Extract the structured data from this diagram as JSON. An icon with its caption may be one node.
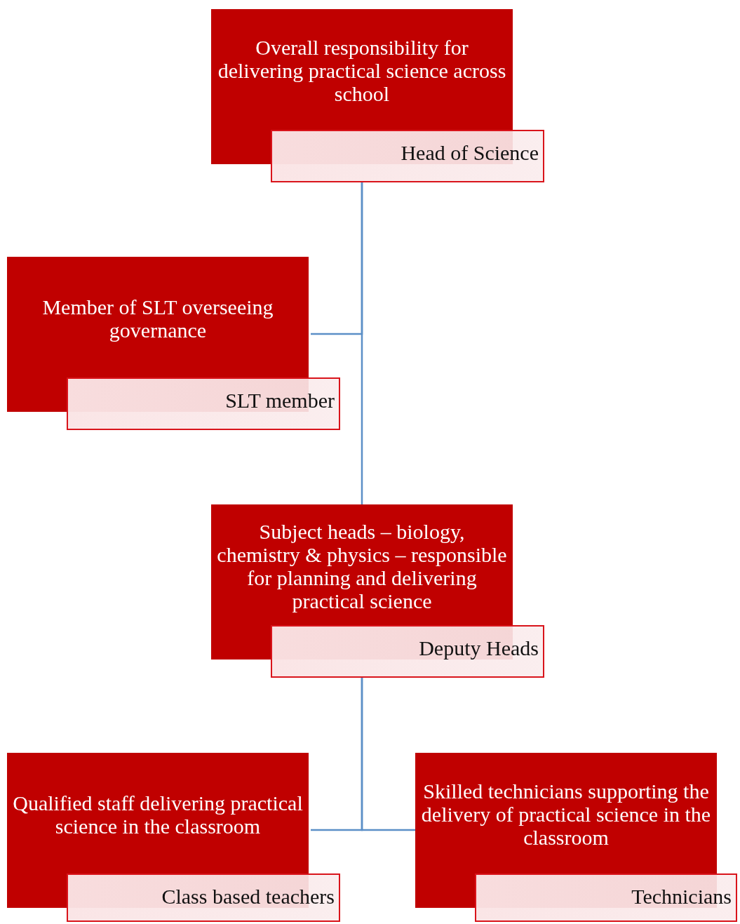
{
  "diagram": {
    "nodes": [
      {
        "text": [
          "Overall responsibility for delivering practical science across school",
          "Head of Science"
        ]
      },
      {
        "text": [
          "Member of SLT overseeing governance",
          "SLT member"
        ]
      },
      {
        "text": [
          "Subject heads – biology, chemistry & physics – responsible for planning and delivering practical science",
          "Deputy Heads"
        ]
      },
      {
        "text": [
          "Qualified staff delivering practical science in the classroom",
          "Class based teachers"
        ]
      },
      {
        "text": [
          "Skilled technicians supporting the delivery of practical science in the classroom",
          "Technicians"
        ]
      }
    ],
    "edges": [
      {
        "from": 0,
        "to": 1,
        "arrow": "none"
      },
      {
        "from": 0,
        "to": 2,
        "arrow": "none"
      },
      {
        "from": 2,
        "to": 3,
        "arrow": "none"
      },
      {
        "from": 2,
        "to": 4,
        "arrow": "none"
      }
    ]
  }
}
